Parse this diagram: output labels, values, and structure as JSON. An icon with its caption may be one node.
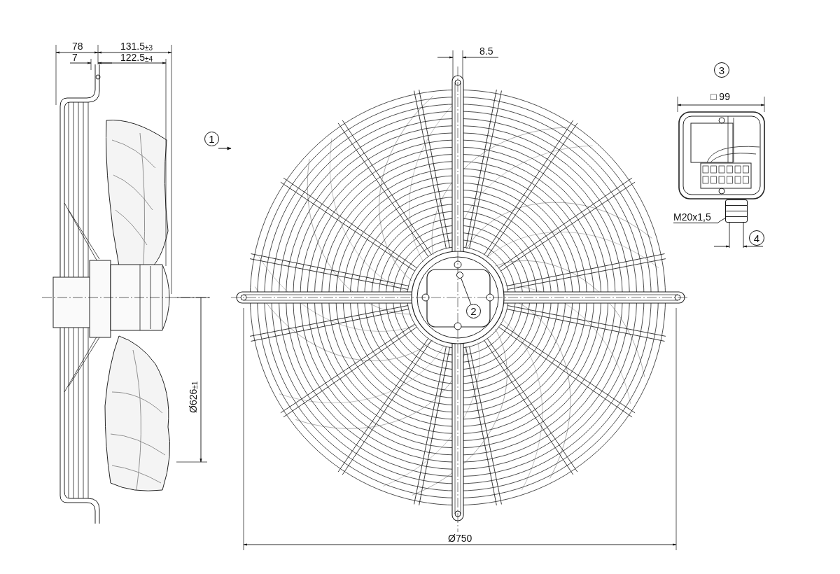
{
  "diagram": {
    "nodes": [
      {
        "text": [
          "1"
        ]
      },
      {
        "text": [
          "2"
        ]
      },
      {
        "text": [],
        "shape": "circle"
      },
      {
        "text": [
          "3"
        ]
      },
      {
        "text": [
          "M20x1,5"
        ]
      },
      {
        "text": [],
        "shape": "picture"
      },
      {
        "text": [
          "4"
        ]
      }
    ],
    "edges": [
      {
        "from": 1,
        "to": 2,
        "arrow": "none"
      },
      {
        "from": 4,
        "to": 5,
        "arrow": "none"
      }
    ],
    "labels": [
      "78",
      "131.5$_{±3}$",
      "7",
      "122.5$_{±4}$",
      "8.5",
      "□ 99",
      "Ø626$_{±1}$",
      "Ø750"
    ]
  }
}
